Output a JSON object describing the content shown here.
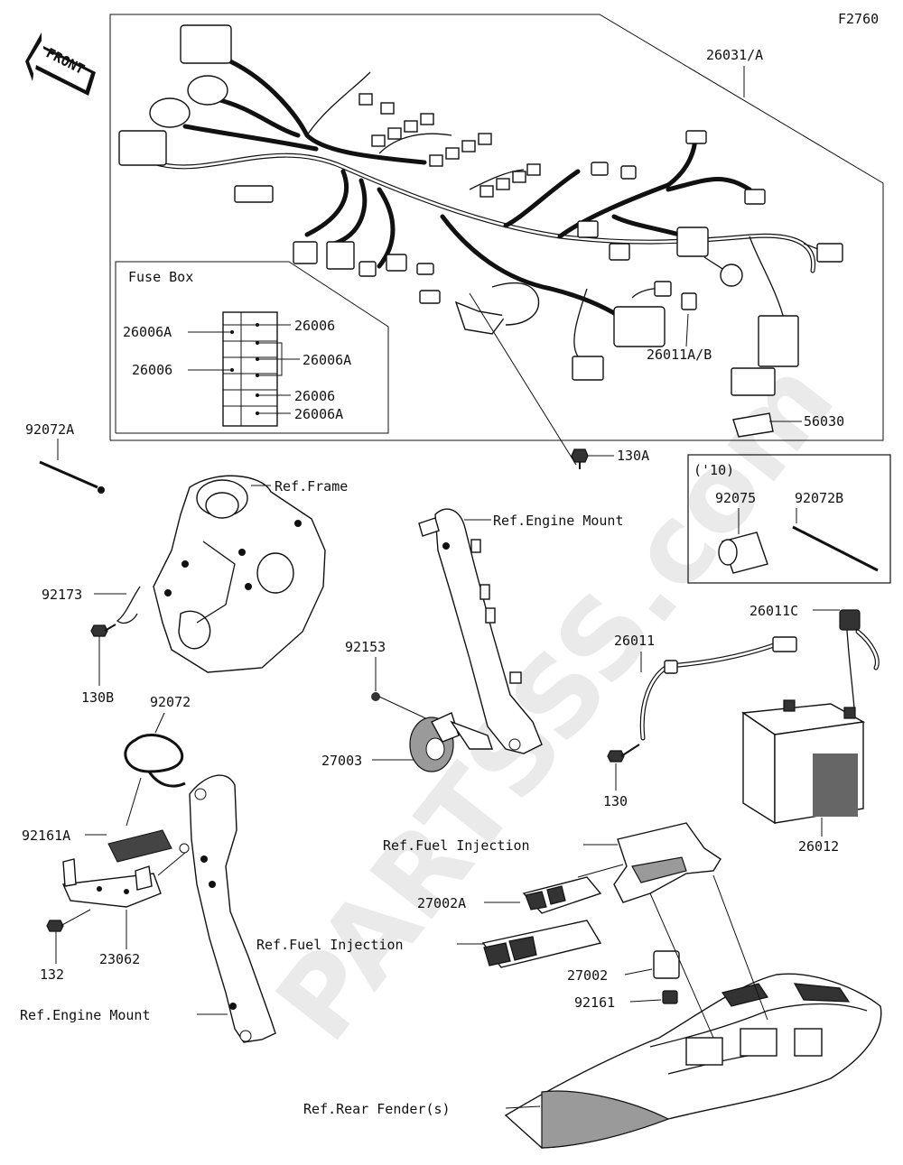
{
  "figure_code": "F2760",
  "front_arrow_label": "FRONT",
  "watermark": "PARTSSS.com",
  "main_harness_label": "26031/A",
  "fuse_box": {
    "title": "Fuse Box",
    "left_labels": [
      "26006A",
      "26006"
    ],
    "right_labels": [
      "26006",
      "26006A",
      "26006",
      "26006A"
    ]
  },
  "variant_box": {
    "title": "('10)",
    "labels": [
      "92075",
      "92072B"
    ]
  },
  "parts": {
    "p26011AB": "26011A/B",
    "p56030": "56030",
    "p92072A": "92072A",
    "p130A": "130A",
    "ref_frame": "Ref.Frame",
    "ref_engine_mount_top": "Ref.Engine Mount",
    "p92173": "92173",
    "p130B": "130B",
    "p92153": "92153",
    "p27003": "27003",
    "p26011": "26011",
    "p26011C": "26011C",
    "p130": "130",
    "p26012": "26012",
    "p92072": "92072",
    "p92161A": "92161A",
    "p132": "132",
    "p23062": "23062",
    "ref_engine_mount_bottom": "Ref.Engine Mount",
    "ref_fuel_injection_1": "Ref.Fuel Injection",
    "p27002A": "27002A",
    "ref_fuel_injection_2": "Ref.Fuel Injection",
    "p27002": "27002",
    "p92161": "92161",
    "ref_rear_fender": "Ref.Rear Fender(s)"
  }
}
